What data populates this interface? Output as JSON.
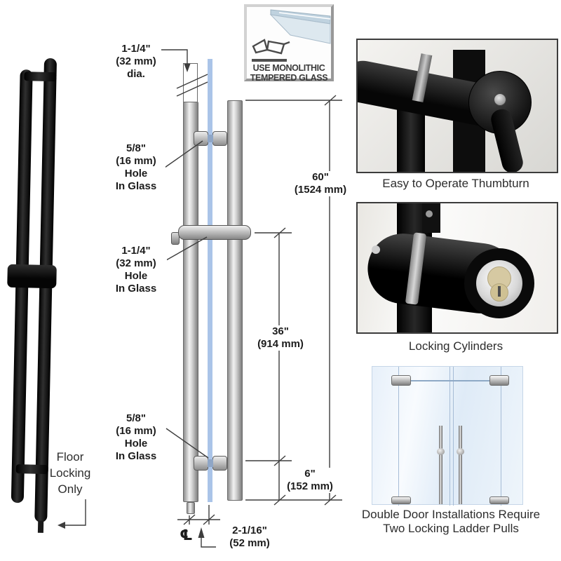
{
  "badge": {
    "line1": "USE MONOLITHIC",
    "line2": "TEMPERED GLASS"
  },
  "floor_label": [
    "Floor",
    "Locking",
    "Only"
  ],
  "dims": {
    "dia": [
      "1-1/4\"",
      "(32 mm)",
      "dia."
    ],
    "hole_top": [
      "5/8\"",
      "(16 mm)",
      "Hole",
      "In Glass"
    ],
    "hole_mid": [
      "1-1/4\"",
      "(32 mm)",
      "Hole",
      "In Glass"
    ],
    "hole_bottom": [
      "5/8\"",
      "(16 mm)",
      "Hole",
      "In Glass"
    ],
    "overall": [
      "60\"",
      "(1524 mm)"
    ],
    "mid_span": [
      "36\"",
      "(914 mm)"
    ],
    "bottom_span": [
      "6\"",
      "(152 mm)"
    ],
    "offset": [
      "2-1/16\"",
      "(52 mm)"
    ],
    "centerline": "℄"
  },
  "captions": {
    "photo1": "Easy to Operate Thumbturn",
    "photo2": "Locking Cylinders",
    "illustration_line1": "Double Door Installations Require",
    "illustration_line2": "Two Locking Ladder Pulls"
  },
  "colors": {
    "glass_blue": "#aac4e8",
    "drawing_line": "#3d3d3d",
    "metal_light": "#f1f1f1",
    "metal_dark": "#7d7d7d",
    "illustration_glass": "#e4eefa",
    "product_black": "#111111"
  }
}
